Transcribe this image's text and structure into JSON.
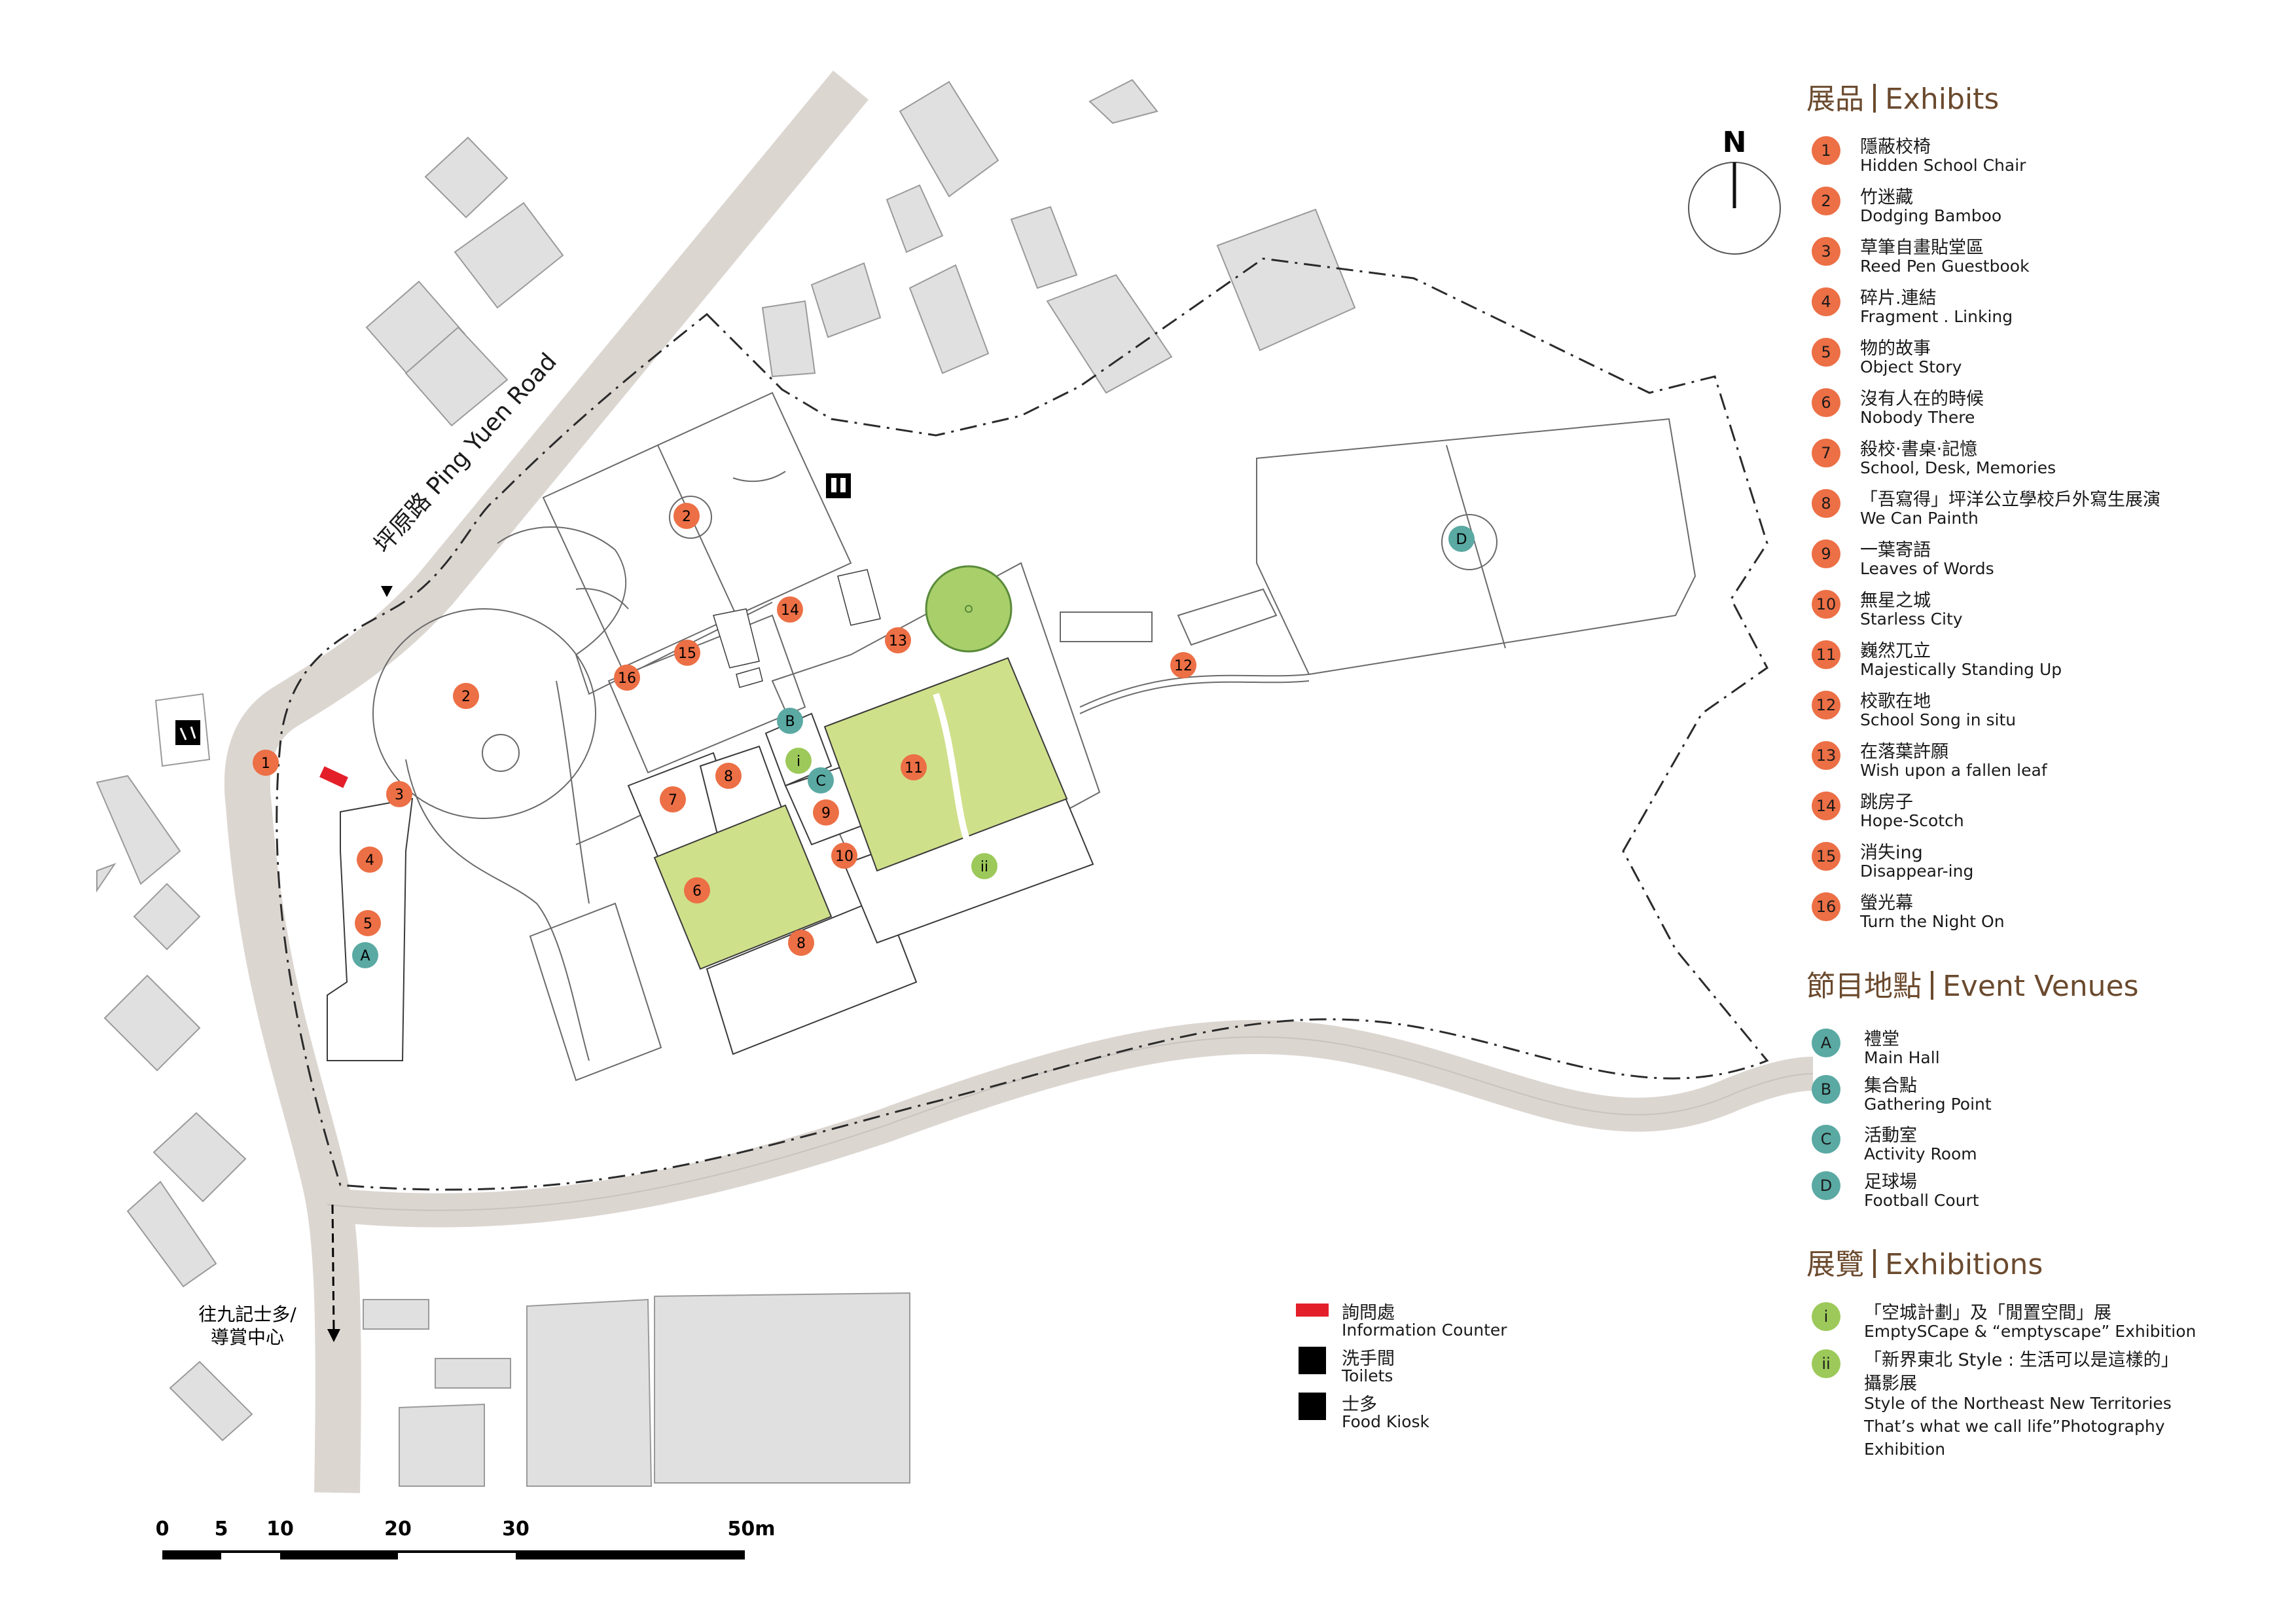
{
  "colors": {
    "road": "#dcd6d1",
    "building": "#e0e0e0",
    "exhibit": "#ec6f45",
    "venue": "#5aa9a3",
    "exhibition": "#9cc95a",
    "field_green": "#cfe08a",
    "tree": "#a8cf6a",
    "info_counter": "#e3202a",
    "title_brown": "#6b4a2e"
  },
  "map": {
    "road_label": "坪原路 Ping Yuen Road",
    "direction_label_line1": "往九記士多/",
    "direction_label_line2": "導賞中心",
    "north": "N",
    "markers": {
      "m1": "1",
      "m2a": "2",
      "m2b": "2",
      "m3": "3",
      "m4": "4",
      "m5": "5",
      "m6": "6",
      "m7": "7",
      "m8a": "8",
      "m8b": "8",
      "m9": "9",
      "m10": "10",
      "m11": "11",
      "m12": "12",
      "m13": "13",
      "m14": "14",
      "m15": "15",
      "m16": "16",
      "vA": "A",
      "vB": "B",
      "vC": "C",
      "vD": "D",
      "ei": "i",
      "eii": "ii"
    },
    "scale_labels": [
      "0",
      "5",
      "10",
      "20",
      "30",
      "50m"
    ]
  },
  "symbol_legend": [
    {
      "icon": "info-counter",
      "zh": "詢問處",
      "en": "Information Counter"
    },
    {
      "icon": "toilet-icon",
      "zh": "洗手間",
      "en": "Toilets"
    },
    {
      "icon": "food-kiosk-icon",
      "zh": "士多",
      "en": "Food Kiosk"
    }
  ],
  "exhibits": {
    "title_zh": "展品",
    "title_en": "Exhibits",
    "items": [
      {
        "n": "1",
        "zh": "隱蔽校椅",
        "en": "Hidden School Chair"
      },
      {
        "n": "2",
        "zh": "竹迷藏",
        "en": "Dodging Bamboo"
      },
      {
        "n": "3",
        "zh": "草筆自畫貼堂區",
        "en": "Reed Pen Guestbook"
      },
      {
        "n": "4",
        "zh": "碎片.連結",
        "en": "Fragment . Linking"
      },
      {
        "n": "5",
        "zh": "物的故事",
        "en": "Object Story"
      },
      {
        "n": "6",
        "zh": "沒有人在的時候",
        "en": "Nobody There"
      },
      {
        "n": "7",
        "zh": "殺校‧書桌‧記憶",
        "en": "School, Desk, Memories"
      },
      {
        "n": "8",
        "zh": "「吾寫得」坪洋公立學校戶外寫生展演",
        "en": "We Can Painth"
      },
      {
        "n": "9",
        "zh": "一葉寄語",
        "en": "Leaves of Words"
      },
      {
        "n": "10",
        "zh": "無星之城",
        "en": "Starless City"
      },
      {
        "n": "11",
        "zh": "巍然兀立",
        "en": "Majestically Standing Up"
      },
      {
        "n": "12",
        "zh": "校歌在地",
        "en": "School Song in situ"
      },
      {
        "n": "13",
        "zh": "在落葉許願",
        "en": "Wish upon a fallen leaf"
      },
      {
        "n": "14",
        "zh": "跳房子",
        "en": "Hope-Scotch"
      },
      {
        "n": "15",
        "zh": "消失ing",
        "en": "Disappear-ing"
      },
      {
        "n": "16",
        "zh": "螢光幕",
        "en": "Turn the Night On"
      }
    ]
  },
  "venues": {
    "title_zh": "節目地點",
    "title_en": "Event Venues",
    "items": [
      {
        "n": "A",
        "zh": "禮堂",
        "en": "Main Hall"
      },
      {
        "n": "B",
        "zh": "集合點",
        "en": "Gathering Point"
      },
      {
        "n": "C",
        "zh": "活動室",
        "en": "Activity Room"
      },
      {
        "n": "D",
        "zh": "足球場",
        "en": "Football Court"
      }
    ]
  },
  "exhibitions": {
    "title_zh": "展覽",
    "title_en": "Exhibitions",
    "i": {
      "n": "i",
      "zh": "「空城計劃」及「閒置空間」展",
      "en": "EmptySCape & “emptyscape” Exhibition"
    },
    "ii": {
      "n": "ii",
      "line1": "「新界東北 Style : 生活可以是這樣的」",
      "line2": "攝影展",
      "line3": "Style of the Northeast New Territories",
      "line4": "That’s what we call life”Photography",
      "line5": "Exhibition"
    }
  }
}
